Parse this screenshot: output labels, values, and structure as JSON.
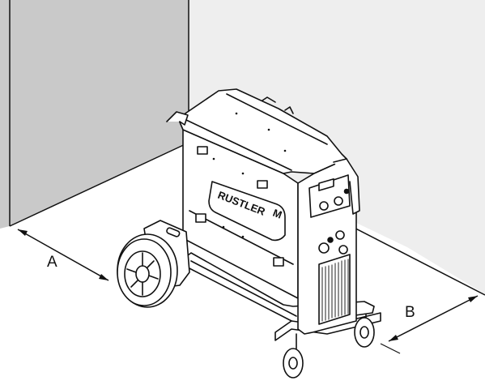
{
  "diagram": {
    "brand_label": "RUSTLER",
    "brand_suffix": "M",
    "dimension_a_label": "A",
    "dimension_b_label": "B"
  },
  "colors": {
    "left_wall": "#c9c9c9",
    "back_wall": "#eeeeee",
    "outline": "#111111",
    "machine_body": "#ffffff",
    "vent_grille": "#555555"
  }
}
